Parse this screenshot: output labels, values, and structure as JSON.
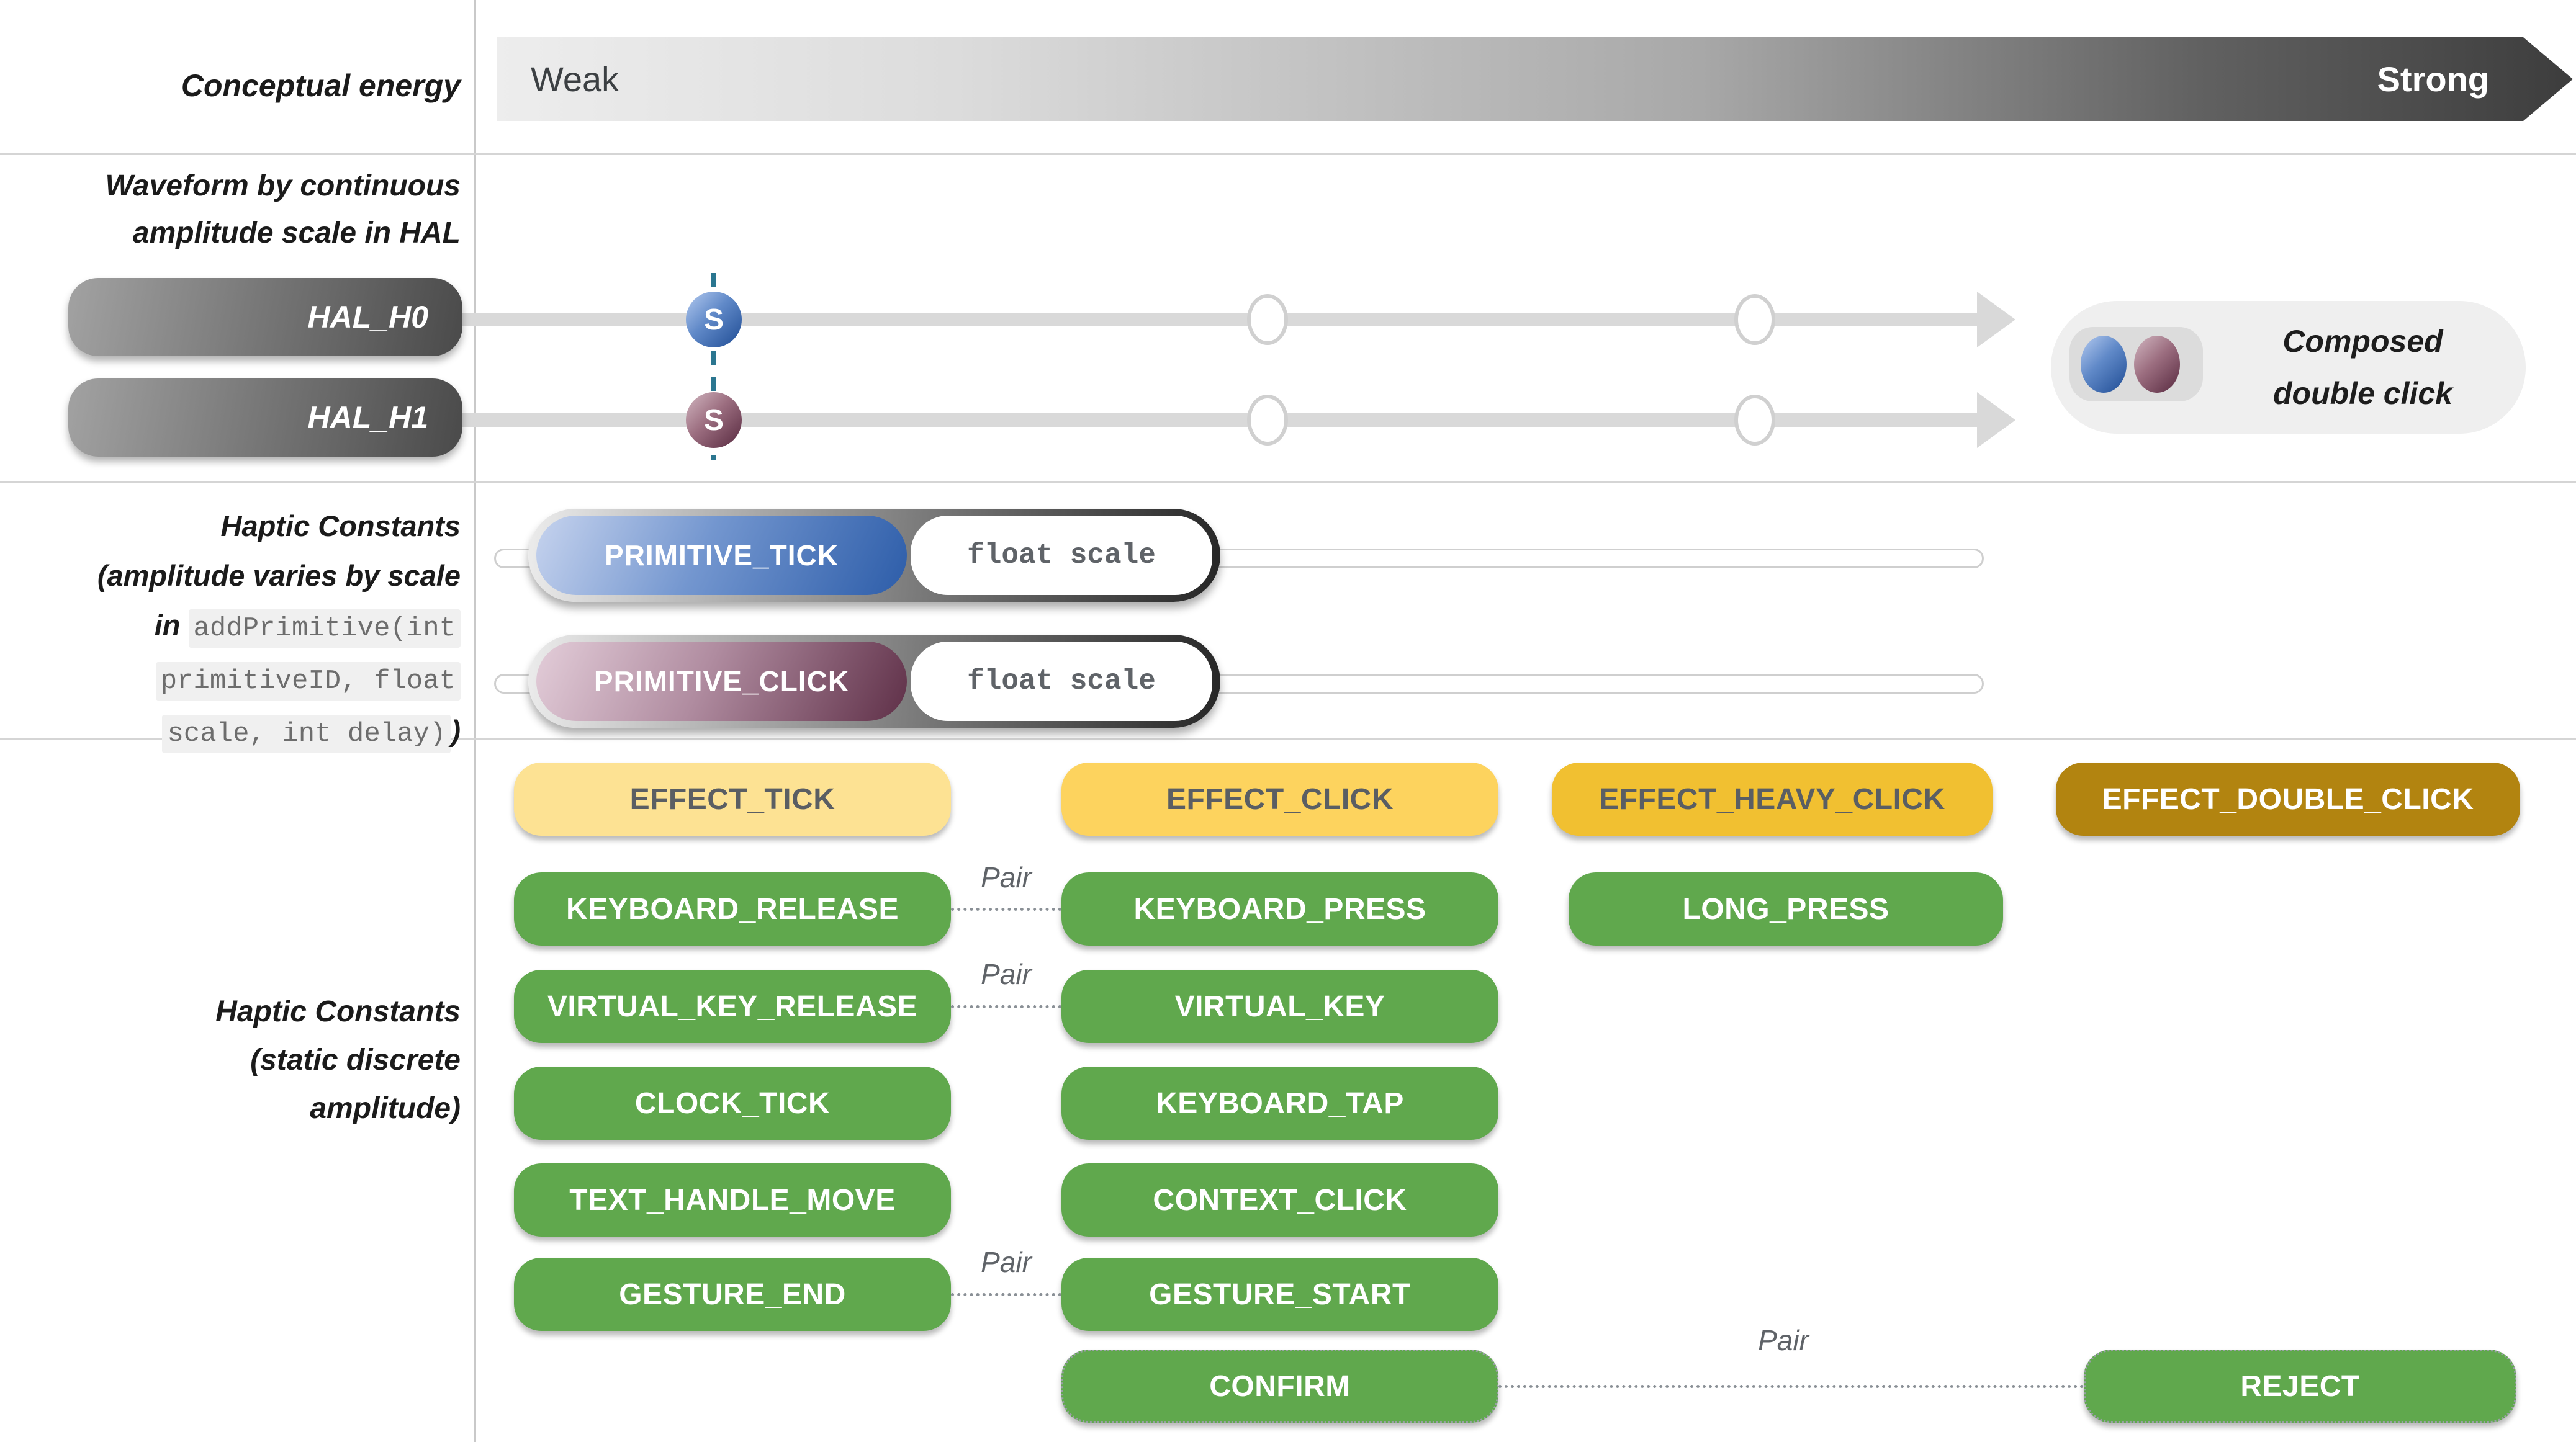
{
  "colors": {
    "green": "#60a84d",
    "yellow_light": "#fde293",
    "yellow": "#fdd35e",
    "amber": "#f1c031",
    "dark_gold": "#b28410",
    "button_text_dark": "#5a5e63",
    "track_gray": "#d9d9d9",
    "dash_teal": "#2b7690",
    "blue_dark": "#2d5da9",
    "mauve_dark": "#5f3048"
  },
  "axis": {
    "label": "Conceptual energy",
    "weak": "Weak",
    "strong": "Strong"
  },
  "hal": {
    "section_label_line1": "Waveform by continuous",
    "section_label_line2": "amplitude scale in HAL",
    "h0_label": "HAL_H0",
    "h1_label": "HAL_H1",
    "scale_marker": "S",
    "composed_line1": "Composed",
    "composed_line2": "double click"
  },
  "primitive": {
    "section_title": "Haptic Constants",
    "section_sub": "(amplitude varies by scale",
    "in_word": "in ",
    "code_line1": "addPrimitive(int",
    "code_line2": "primitiveID, float",
    "code_line3": "scale, int delay)",
    "close_paren": ")",
    "tick_label": "PRIMITIVE_TICK",
    "click_label": "PRIMITIVE_CLICK",
    "param_label": "float scale"
  },
  "constants": {
    "section_label_line1": "Haptic Constants",
    "section_label_line2": "(static discrete",
    "section_label_line3": "amplitude)",
    "pair_label": "Pair",
    "effect_tick": "EFFECT_TICK",
    "effect_click": "EFFECT_CLICK",
    "effect_heavy_click": "EFFECT_HEAVY_CLICK",
    "effect_double_click": "EFFECT_DOUBLE_CLICK",
    "keyboard_release": "KEYBOARD_RELEASE",
    "keyboard_press": "KEYBOARD_PRESS",
    "long_press": "LONG_PRESS",
    "virtual_key_release": "VIRTUAL_KEY_RELEASE",
    "virtual_key": "VIRTUAL_KEY",
    "clock_tick": "CLOCK_TICK",
    "keyboard_tap": "KEYBOARD_TAP",
    "text_handle_move": "TEXT_HANDLE_MOVE",
    "context_click": "CONTEXT_CLICK",
    "gesture_end": "GESTURE_END",
    "gesture_start": "GESTURE_START",
    "confirm": "CONFIRM",
    "reject": "REJECT"
  }
}
